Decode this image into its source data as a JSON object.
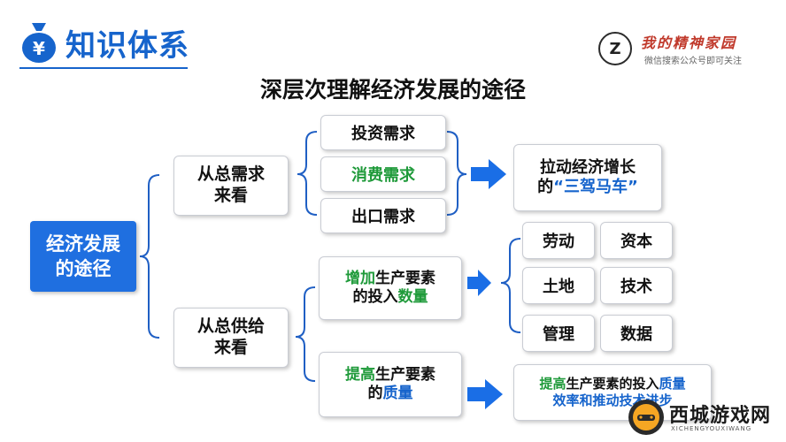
{
  "header": {
    "badge_glyph": "¥",
    "title": "知识体系",
    "logo_glyph": "Z",
    "logo_text": "我的精神家园",
    "logo_subtext": "微信搜索公众号即可关注"
  },
  "diagram": {
    "main_title": "深层次理解经济发展的途径",
    "root_line1": "经济发展",
    "root_line2": "的途径",
    "demand_line1": "从总需求",
    "demand_line2": "来看",
    "supply_line1": "从总供给",
    "supply_line2": "来看",
    "investment": "投资需求",
    "consumption": "消费需求",
    "export": "出口需求",
    "troika_line1": "拉动经济增长",
    "troika_line2a": "的",
    "troika_line2b": "“三驾马车”",
    "qty_a": "增加",
    "qty_b": "生产要素",
    "qty_c": "的投入",
    "qty_d": "数量",
    "qual_a": "提高",
    "qual_b": "生产要素",
    "qual_c": "的",
    "qual_d": "质量",
    "labor": "劳动",
    "capital": "资本",
    "land": "土地",
    "technology": "技术",
    "management": "管理",
    "data": "数据",
    "eff_a": "提高",
    "eff_b": "生产要素的投入",
    "eff_c": "质量",
    "eff_d": "效率和推动技术进步"
  },
  "watermark": {
    "name": "西城游戏网",
    "sub": "XICHENGYOUXIWANG"
  },
  "colors": {
    "brand_blue": "#1664cc",
    "green": "#1f9a3a",
    "root_fill": "#1f6fe0",
    "arrow_fill": "#1a6ee6"
  }
}
